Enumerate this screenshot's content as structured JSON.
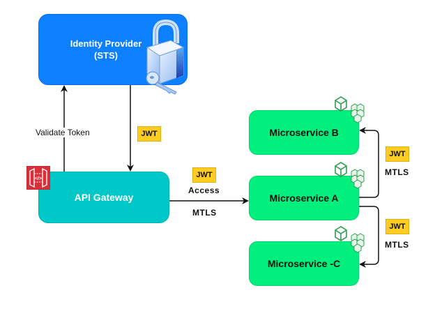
{
  "nodes": {
    "identity_provider": {
      "line1": "Identity Provider",
      "line2": "(STS)",
      "icon": "lock-key-icon",
      "color": "#0d80ff"
    },
    "api_gateway": {
      "label": "API Gateway",
      "icon": "aws-api-gateway-icon",
      "color": "#00c8c8"
    },
    "microservice_b": {
      "label": "Microservice B",
      "icon": "container-cubes-icon",
      "color": "#00ef7d"
    },
    "microservice_a": {
      "label": "Microservice A",
      "icon": "container-cubes-icon",
      "color": "#00ef7d"
    },
    "microservice_c": {
      "label": "Microservice -C",
      "icon": "container-cubes-icon",
      "color": "#00ef7d"
    }
  },
  "edges": {
    "validate_token": {
      "label": "Validate Token"
    },
    "idp_to_gateway": {
      "badge": "JWT"
    },
    "gateway_to_a": {
      "badge": "JWT",
      "label_top": "Access",
      "label_bottom": "MTLS"
    },
    "a_to_b": {
      "badge": "JWT",
      "label": "MTLS"
    },
    "a_to_c": {
      "badge": "JWT",
      "label": "MTLS"
    }
  },
  "colors": {
    "badge": "#ffcc22",
    "arrow": "#111111"
  }
}
